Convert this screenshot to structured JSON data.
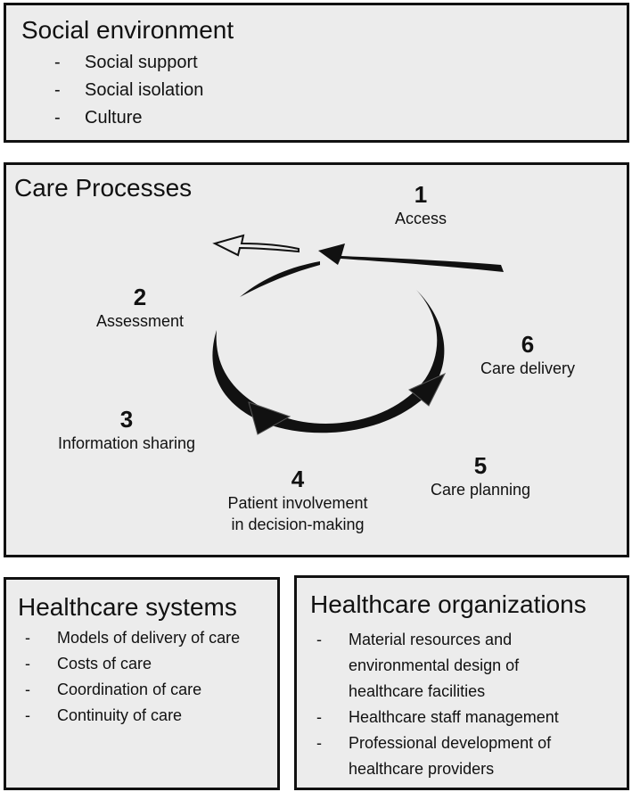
{
  "social": {
    "title": "Social environment",
    "items": [
      "Social support",
      "Social isolation",
      "Culture"
    ]
  },
  "care": {
    "title": "Care Processes",
    "steps": [
      {
        "number": "1",
        "label": "Access"
      },
      {
        "number": "2",
        "label": "Assessment"
      },
      {
        "number": "3",
        "label": "Information sharing"
      },
      {
        "number": "4",
        "label": "Patient involvement",
        "label2": "in decision-making"
      },
      {
        "number": "5",
        "label": "Care planning"
      },
      {
        "number": "6",
        "label": "Care delivery"
      }
    ]
  },
  "systems": {
    "title": "Healthcare systems",
    "items": [
      "Models of delivery of care",
      "Costs of care",
      "Coordination of care",
      "Continuity of care"
    ]
  },
  "organizations": {
    "title": "Healthcare organizations",
    "items": [
      "Material resources and environmental design of healthcare facilities",
      "Healthcare staff management",
      "Professional development of healthcare providers"
    ]
  },
  "colors": {
    "border": "#111111",
    "panel": "#ececec",
    "arrow": "#111111"
  },
  "list_marker": "-"
}
